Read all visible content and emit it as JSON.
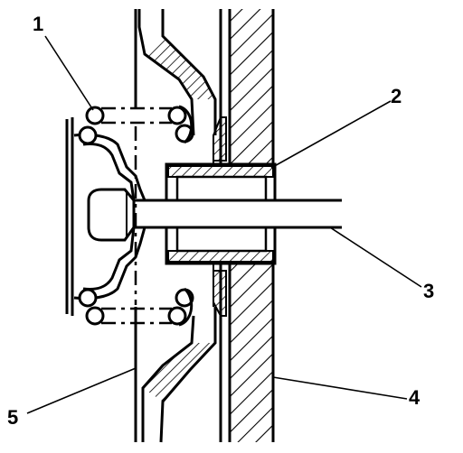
{
  "diagram": {
    "callouts": [
      {
        "id": "1",
        "label": "1"
      },
      {
        "id": "2",
        "label": "2"
      },
      {
        "id": "3",
        "label": "3"
      },
      {
        "id": "4",
        "label": "4"
      },
      {
        "id": "5",
        "label": "5"
      }
    ]
  },
  "colors": {
    "ink": "#000000",
    "paper": "#ffffff"
  }
}
